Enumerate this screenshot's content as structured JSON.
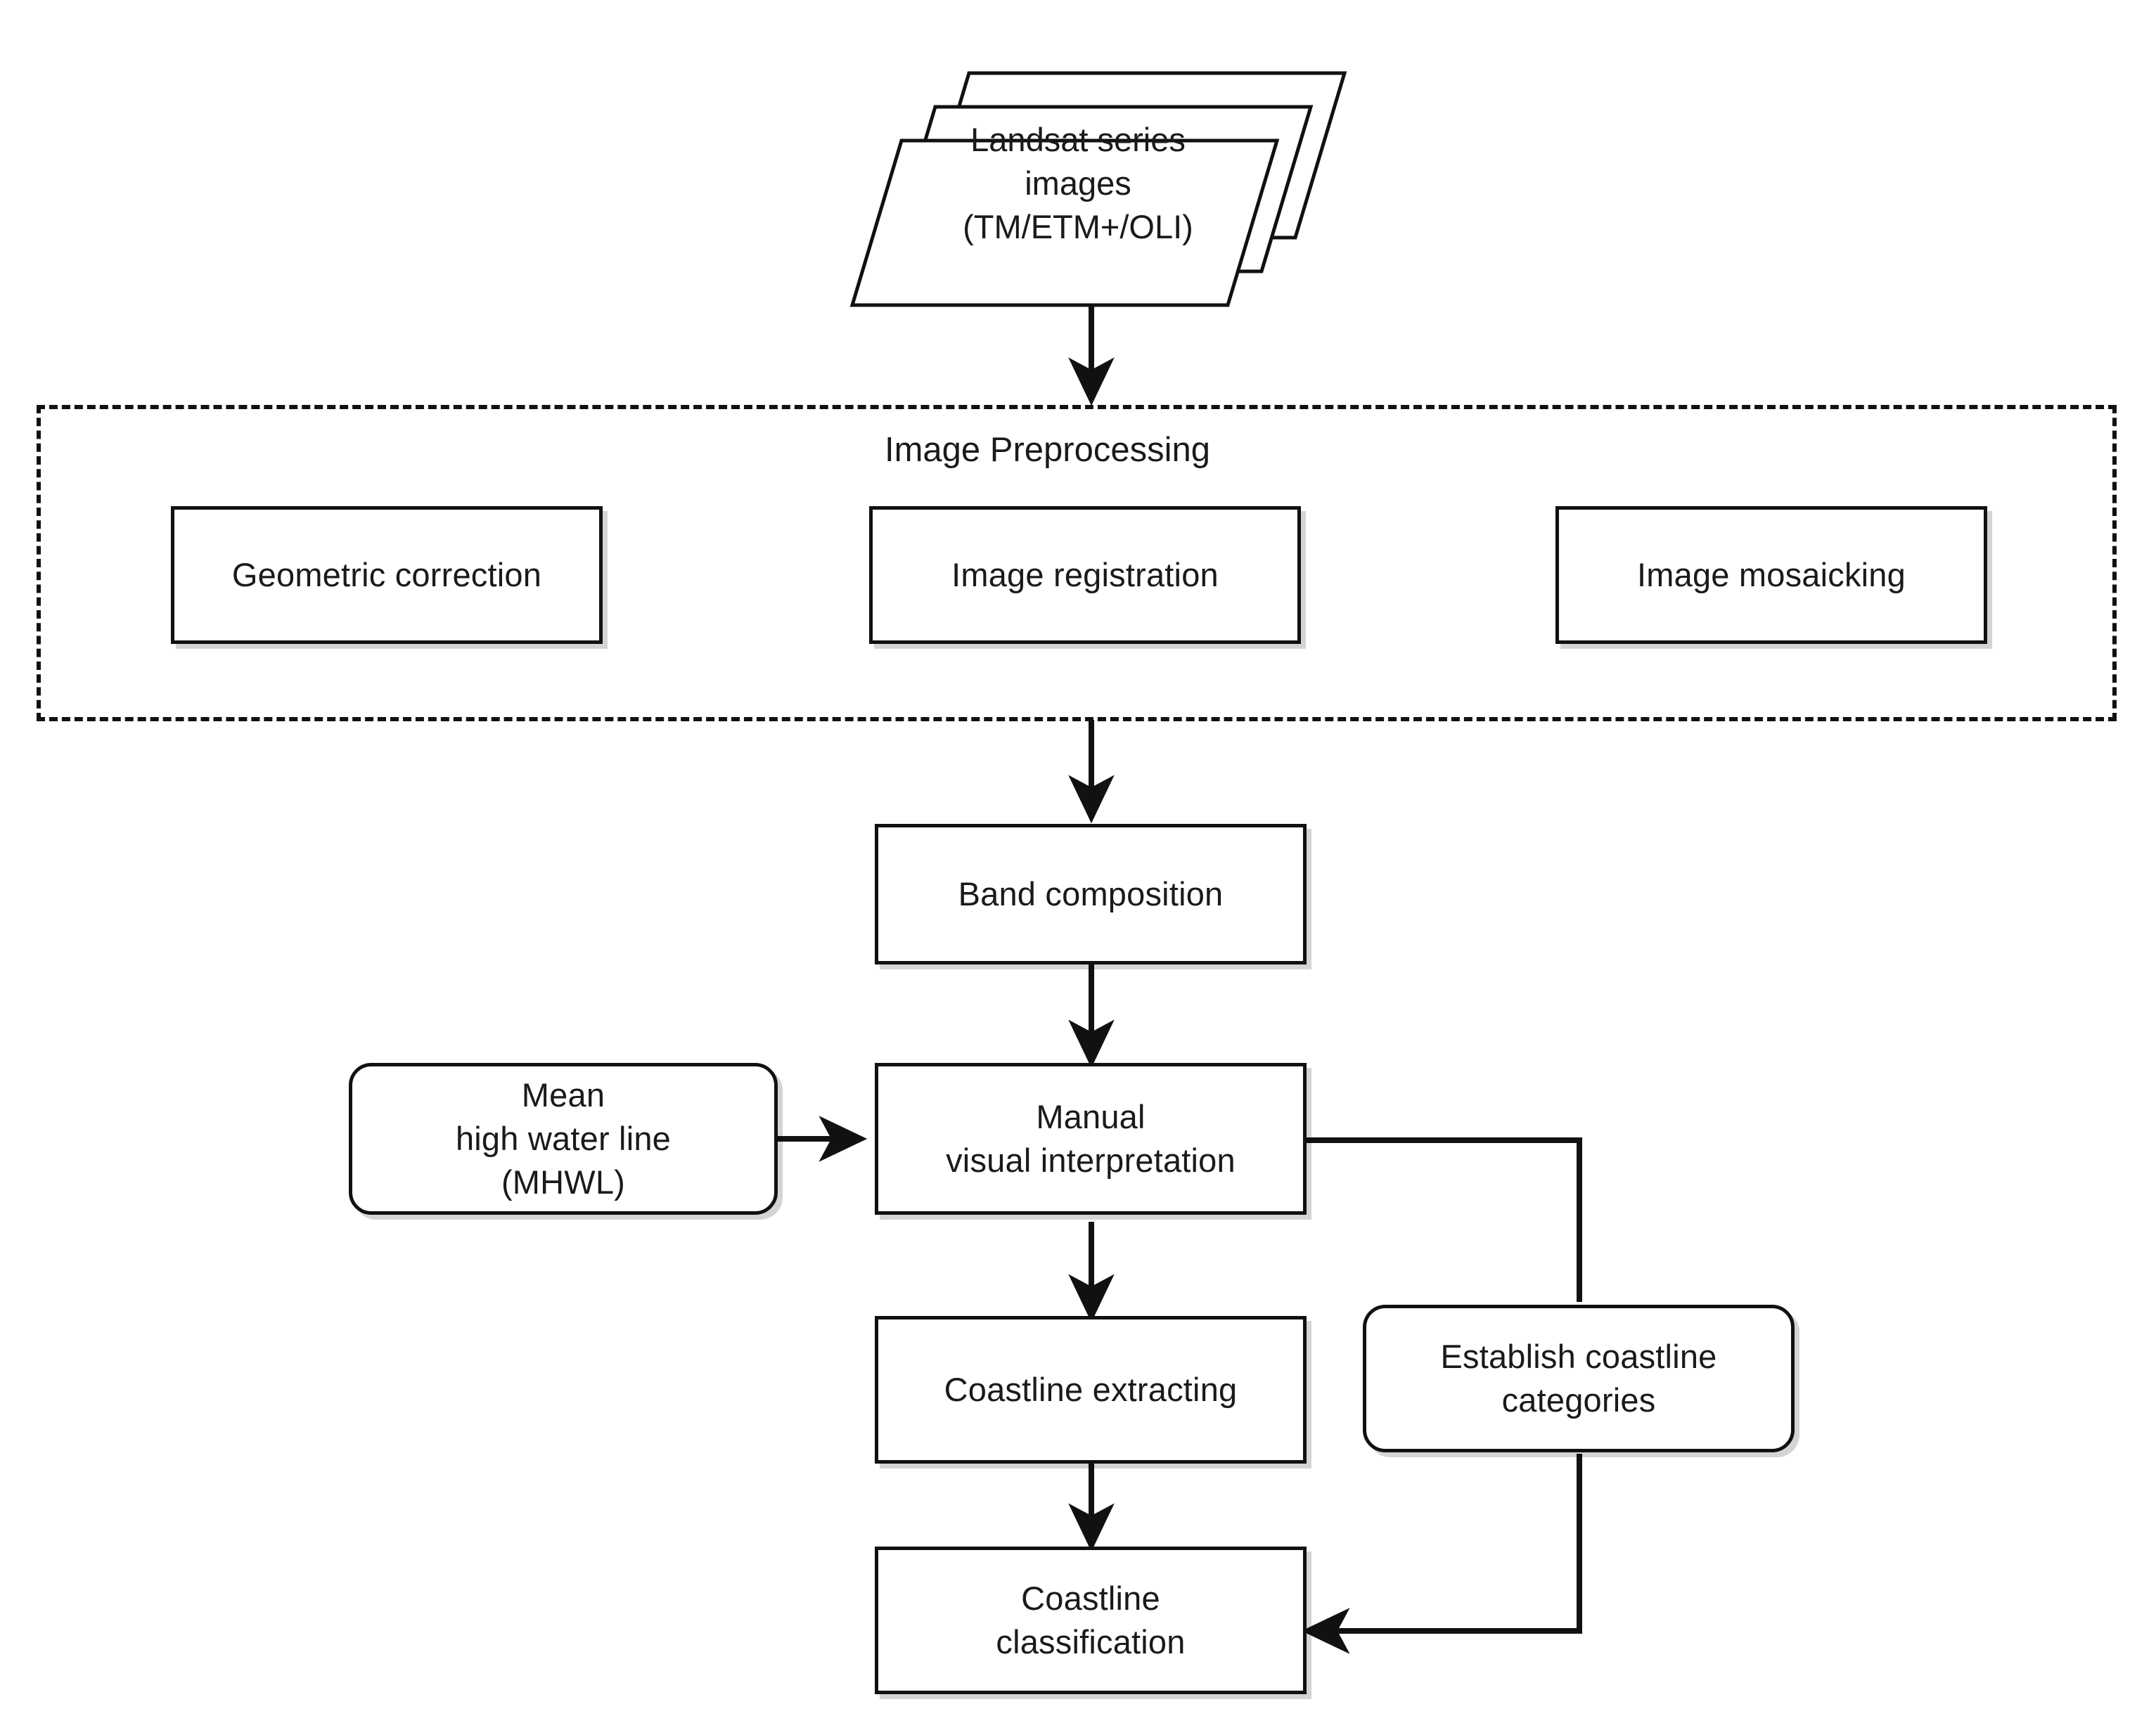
{
  "diagram": {
    "title": "Coastline extraction and classification workflow",
    "background_color": "#ffffff",
    "line_color": "#111111",
    "text_color": "#1a1a1a"
  },
  "source": {
    "label": "Landsat series\nimages\n(TM/ETM+/OLI)",
    "shape": "stacked-parallelogram",
    "copies": 3
  },
  "preprocessing": {
    "title": "Image Preprocessing",
    "boxes": [
      {
        "label": "Geometric correction"
      },
      {
        "label": "Image registration"
      },
      {
        "label": "Image mosaicking"
      }
    ]
  },
  "steps": {
    "band_composition": {
      "label": "Band composition"
    },
    "manual_interpretation": {
      "label": "Manual\nvisual interpretation"
    },
    "mhwl": {
      "label": "Mean\nhigh water line\n(MHWL)"
    },
    "coastline_extracting": {
      "label": "Coastline extracting"
    },
    "establish_categories": {
      "label": "Establish coastline\ncategories"
    },
    "coastline_classification": {
      "label": "Coastline\nclassification"
    }
  },
  "connections": [
    {
      "from": "source",
      "to": "preprocessing",
      "arrow": true
    },
    {
      "from": "preprocessing",
      "to": "band_composition",
      "arrow": true
    },
    {
      "from": "band_composition",
      "to": "manual_interpretation",
      "arrow": true
    },
    {
      "from": "mhwl",
      "to": "manual_interpretation",
      "arrow": true
    },
    {
      "from": "manual_interpretation",
      "to": "coastline_extracting",
      "arrow": true
    },
    {
      "from": "manual_interpretation",
      "to": "establish_categories",
      "arrow": false
    },
    {
      "from": "coastline_extracting",
      "to": "coastline_classification",
      "arrow": true
    },
    {
      "from": "establish_categories",
      "to": "coastline_classification",
      "arrow": true
    }
  ]
}
